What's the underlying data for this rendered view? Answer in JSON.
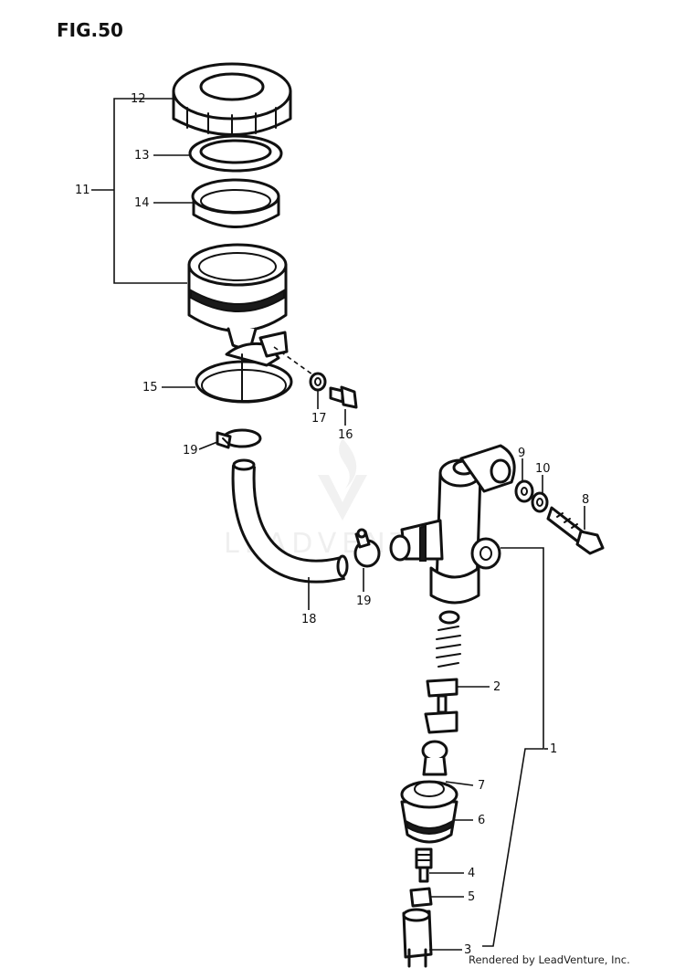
{
  "figure_title": "FIG.50",
  "watermark_text": "LEADVENTURE",
  "credit": "Rendered by LeadVenture, Inc.",
  "callouts": {
    "c1": "1",
    "c2": "2",
    "c3": "3",
    "c4": "4",
    "c5": "5",
    "c6": "6",
    "c7": "7",
    "c8": "8",
    "c9": "9",
    "c10": "10",
    "c11": "11",
    "c12": "12",
    "c13": "13",
    "c14": "14",
    "c15": "15",
    "c16": "16",
    "c17": "17",
    "c18": "18",
    "c19a": "19",
    "c19b": "19"
  }
}
